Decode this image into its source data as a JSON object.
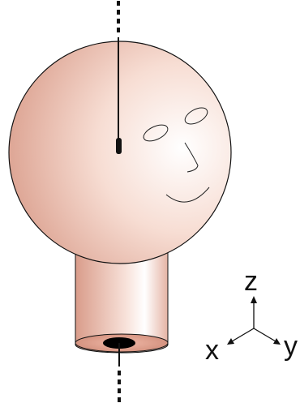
{
  "axes": {
    "z_label": "z",
    "x_label": "x",
    "y_label": "y"
  },
  "colors": {
    "skin_light": "#ffffff",
    "skin_mid": "#f6d6cc",
    "skin_dark": "#d89a88",
    "outline": "#111111",
    "rod": "#111111"
  }
}
